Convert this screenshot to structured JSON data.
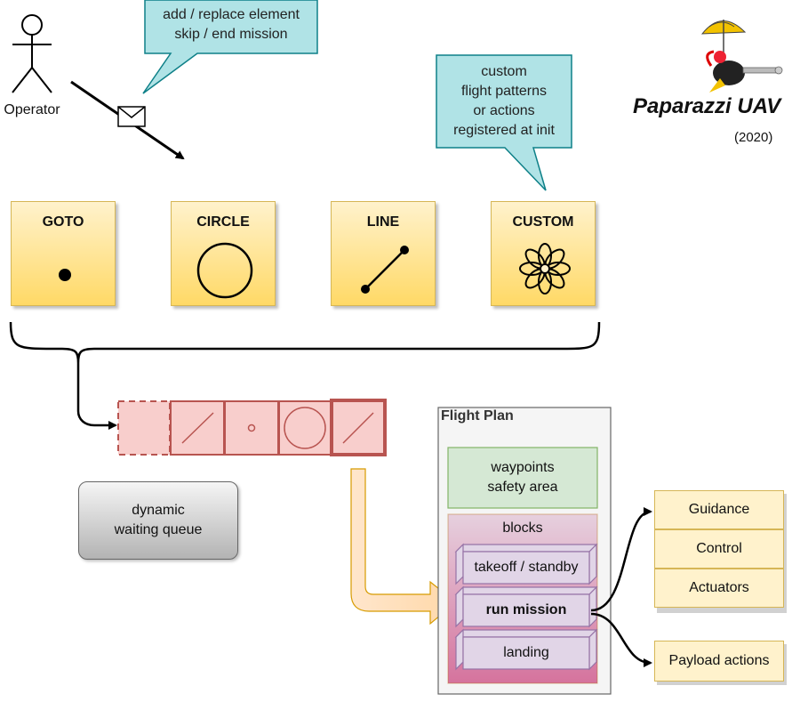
{
  "operator": {
    "label": "Operator"
  },
  "bubble_commands": {
    "line1": "add / replace element",
    "line2": "skip / end mission"
  },
  "bubble_custom": {
    "line1": "custom",
    "line2": "flight patterns",
    "line3": "or actions",
    "line4": "registered at init"
  },
  "logo": {
    "title": "Paparazzi UAV",
    "year": "(2020)"
  },
  "elements": [
    {
      "label": "GOTO",
      "icon": "dot-icon"
    },
    {
      "label": "CIRCLE",
      "icon": "circle-icon"
    },
    {
      "label": "LINE",
      "icon": "line-segment-icon"
    },
    {
      "label": "CUSTOM",
      "icon": "flower-icon"
    }
  ],
  "queue": {
    "line1": "dynamic",
    "line2": "waiting queue"
  },
  "flight_plan": {
    "title": "Flight Plan",
    "waypoints_line1": "waypoints",
    "waypoints_line2": "safety area",
    "blocks_title": "blocks",
    "blocks": [
      "takeoff / standby",
      "run mission",
      "landing"
    ]
  },
  "outputs": {
    "stack": [
      "Guidance",
      "Control",
      "Actuators"
    ],
    "payload": "Payload actions"
  },
  "colors": {
    "bubble": "#b0e3e6",
    "bubble_border": "#0e8088",
    "card": "#ffd966",
    "queue": "#f8cecc",
    "queue_border": "#b85450",
    "waypoints": "#d5e8d4",
    "blocks": "#e6d0de",
    "block_item": "#e1d5e7",
    "output": "#fff2cc"
  }
}
